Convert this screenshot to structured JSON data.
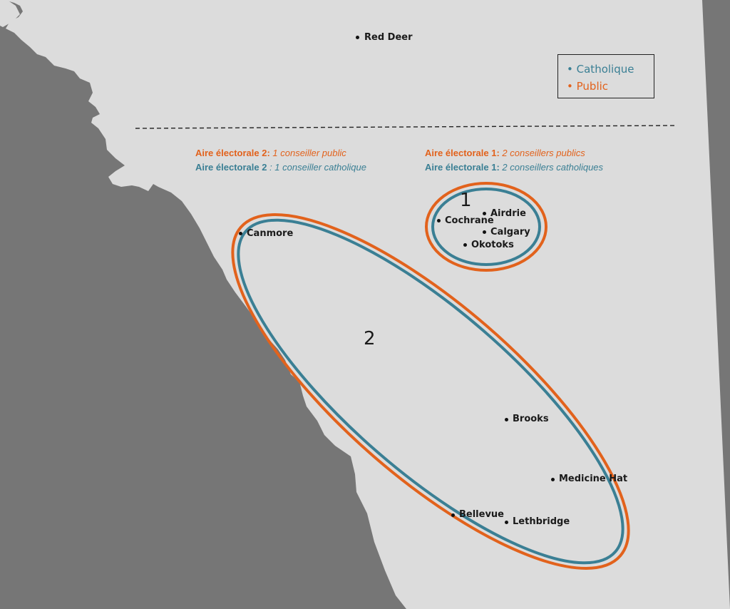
{
  "colors": {
    "catholic": "#3a7f94",
    "public": "#e2621c",
    "land": "#dcdcdc",
    "mountains": "#767676",
    "text": "#1a1a1a"
  },
  "legend": {
    "catholic_label": "Catholique",
    "public_label": "Public"
  },
  "annotations": {
    "zone2_public_bold": "Aire électorale 2:",
    "zone2_public_italic": " 1 conseiller public",
    "zone2_catholic_bold": "Aire électorale 2",
    "zone2_catholic_italic": " : 1 conseiller catholique",
    "zone1_public_bold": "Aire électorale 1:",
    "zone1_public_italic": "  2 conseillers publics",
    "zone1_catholic_bold": "Aire électorale 1:",
    "zone1_catholic_italic": "  2 conseillers catholiques"
  },
  "zones": {
    "zone1_number": "1",
    "zone2_number": "2"
  },
  "cities": {
    "red_deer": "Red Deer",
    "airdrie": "Airdrie",
    "cochrane": "Cochrane",
    "calgary": "Calgary",
    "okotoks": "Okotoks",
    "canmore": "Canmore",
    "brooks": "Brooks",
    "medicine_hat": "Medicine Hat",
    "bellevue": "Bellevue",
    "lethbridge": "Lethbridge"
  }
}
